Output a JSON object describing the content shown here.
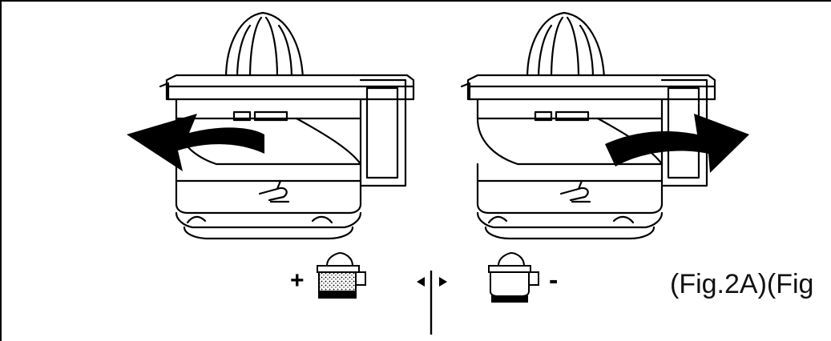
{
  "caption": "(Fig.2A)(Fig",
  "symbols": {
    "plus": "+",
    "minus": "-"
  },
  "icons": {
    "left_juicer": "juicer-turn-counterclockwise",
    "right_juicer": "juicer-turn-clockwise",
    "pulp_max": "jug-full-pulp-icon",
    "pulp_min": "jug-empty-icon",
    "selector": "left-right-selector-icon"
  },
  "colors": {
    "line": "#000000",
    "background": "#ffffff"
  }
}
